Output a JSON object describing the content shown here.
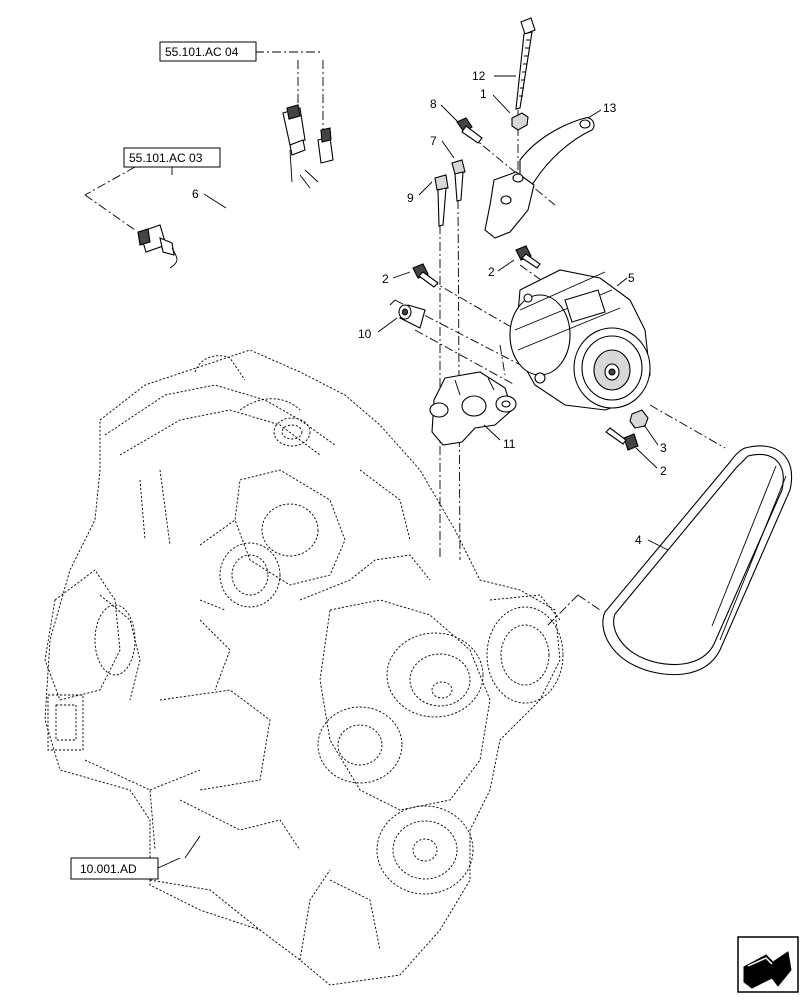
{
  "references": {
    "ac04": "55.101.AC 04",
    "ac03": "55.101.AC 03",
    "engine": "10.001.AD"
  },
  "callouts": {
    "c1": "1",
    "c2a": "2",
    "c2b": "2",
    "c2c": "2",
    "c3": "3",
    "c4": "4",
    "c5": "5",
    "c6": "6",
    "c7": "7",
    "c8": "8",
    "c9": "9",
    "c10": "10",
    "c11": "11",
    "c12": "12",
    "c13": "13"
  },
  "icons": {
    "nav": "next-page-arrow-icon"
  }
}
